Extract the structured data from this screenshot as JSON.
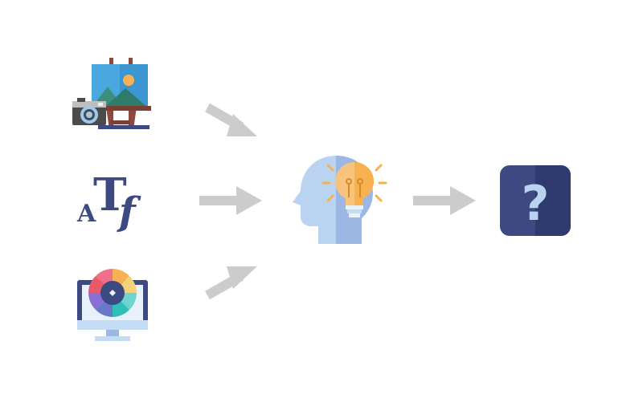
{
  "diagram": {
    "inputs": [
      {
        "icon": "image-easel-camera-icon"
      },
      {
        "icon": "typography-icon"
      },
      {
        "icon": "color-wheel-monitor-icon"
      }
    ],
    "process": {
      "icon": "head-lightbulb-icon"
    },
    "output": {
      "icon": "question-mark-icon"
    },
    "typography_glyph": {
      "letter_1": "A",
      "letter_2": "T",
      "letter_3": "f"
    },
    "question_glyph": "?"
  },
  "colors": {
    "background": "#ffffff",
    "arrow": "#cccccc",
    "navy": "#3d4a82",
    "navy_dark": "#2f3a6e",
    "sky": "#5ab7e8",
    "bulb": "#f8b150",
    "head_light": "#b9d3f0",
    "head_dark": "#9ab8e3"
  }
}
